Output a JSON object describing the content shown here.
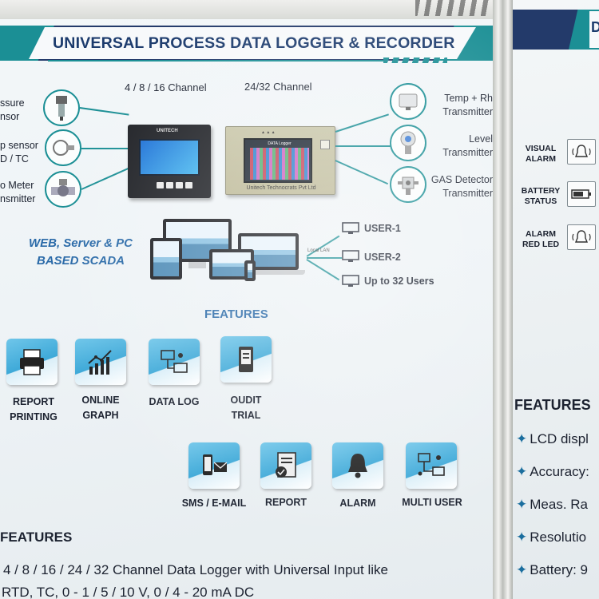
{
  "banner": {
    "title": "UNIVERSAL PROCESS DATA LOGGER & RECORDER",
    "channels_small": "4 / 8 / 16 Channel",
    "channels_big": "24/32 Channel",
    "sensors_left": [
      {
        "line1": "ssure",
        "line2": "nsor",
        "icon": "pressure-sensor-icon"
      },
      {
        "line1": "p sensor",
        "line2": "D / TC",
        "icon": "temperature-sensor-icon"
      },
      {
        "line1": "o Meter",
        "line2": "nsmitter",
        "icon": "flow-meter-icon"
      }
    ],
    "transmitters_right": [
      {
        "line1": "Temp + Rh",
        "line2": "Transmitter",
        "icon": "temp-rh-transmitter-icon"
      },
      {
        "line1": "Level",
        "line2": "Transmitter",
        "icon": "level-transmitter-icon"
      },
      {
        "line1": "GAS Detector",
        "line2": "Transmitter",
        "icon": "gas-detector-icon"
      }
    ],
    "device_small_brand": "UNITECH",
    "device_big_screen_title": "DATA Logger",
    "device_big_maker": "Unitech Technocrats Pvt Ltd",
    "scada_line1": "WEB, Server & PC",
    "scada_line2": "BASED SCADA",
    "lan_label": "Local LAN",
    "users": [
      "USER-1",
      "USER-2",
      "Up to 32 Users"
    ],
    "features_title": "FEATURES",
    "features_row1": [
      {
        "line1": "REPORT",
        "line2": "PRINTING",
        "icon": "printer-icon"
      },
      {
        "line1": "ONLINE",
        "line2": "GRAPH",
        "icon": "graph-icon"
      },
      {
        "line1": "DATA LOG",
        "line2": "",
        "icon": "data-log-icon"
      },
      {
        "line1": "OUDIT",
        "line2": "TRIAL",
        "icon": "audit-trail-icon"
      }
    ],
    "features_row2": [
      {
        "line1": "SMS / E-MAIL",
        "icon": "sms-email-icon"
      },
      {
        "line1": "REPORT",
        "icon": "report-icon"
      },
      {
        "line1": "ALARM",
        "icon": "alarm-bell-icon"
      },
      {
        "line1": "MULTI USER",
        "icon": "multi-user-icon"
      }
    ],
    "bottom_features_title": "FEATURES",
    "desc_line1": "4 / 8 / 16 / 24 / 32 Channel Data Logger with Universal Input like",
    "desc_line2": "RTD, TC, 0 - 1 / 5 / 10 V, 0 / 4 - 20 mA DC"
  },
  "right_panel": {
    "header_letter": "D",
    "indicators": [
      {
        "line1": "VISUAL",
        "line2": "ALARM",
        "icon": "alarm-bell-icon"
      },
      {
        "line1": "BATTERY",
        "line2": "STATUS",
        "icon": "battery-icon"
      },
      {
        "line1": "ALARM",
        "line2": "RED LED",
        "icon": "alarm-bell-icon"
      }
    ],
    "features_title": "FEATURES",
    "feature_items": [
      "LCD displ",
      "Accuracy:",
      "Meas. Ra",
      "Resolutio",
      "Battery: 9"
    ],
    "bullet": "✦"
  },
  "colors": {
    "navy": "#233a6a",
    "teal": "#1b8f95",
    "title_blue": "#1c3b6d",
    "accent_blue": "#2a6aa8"
  }
}
